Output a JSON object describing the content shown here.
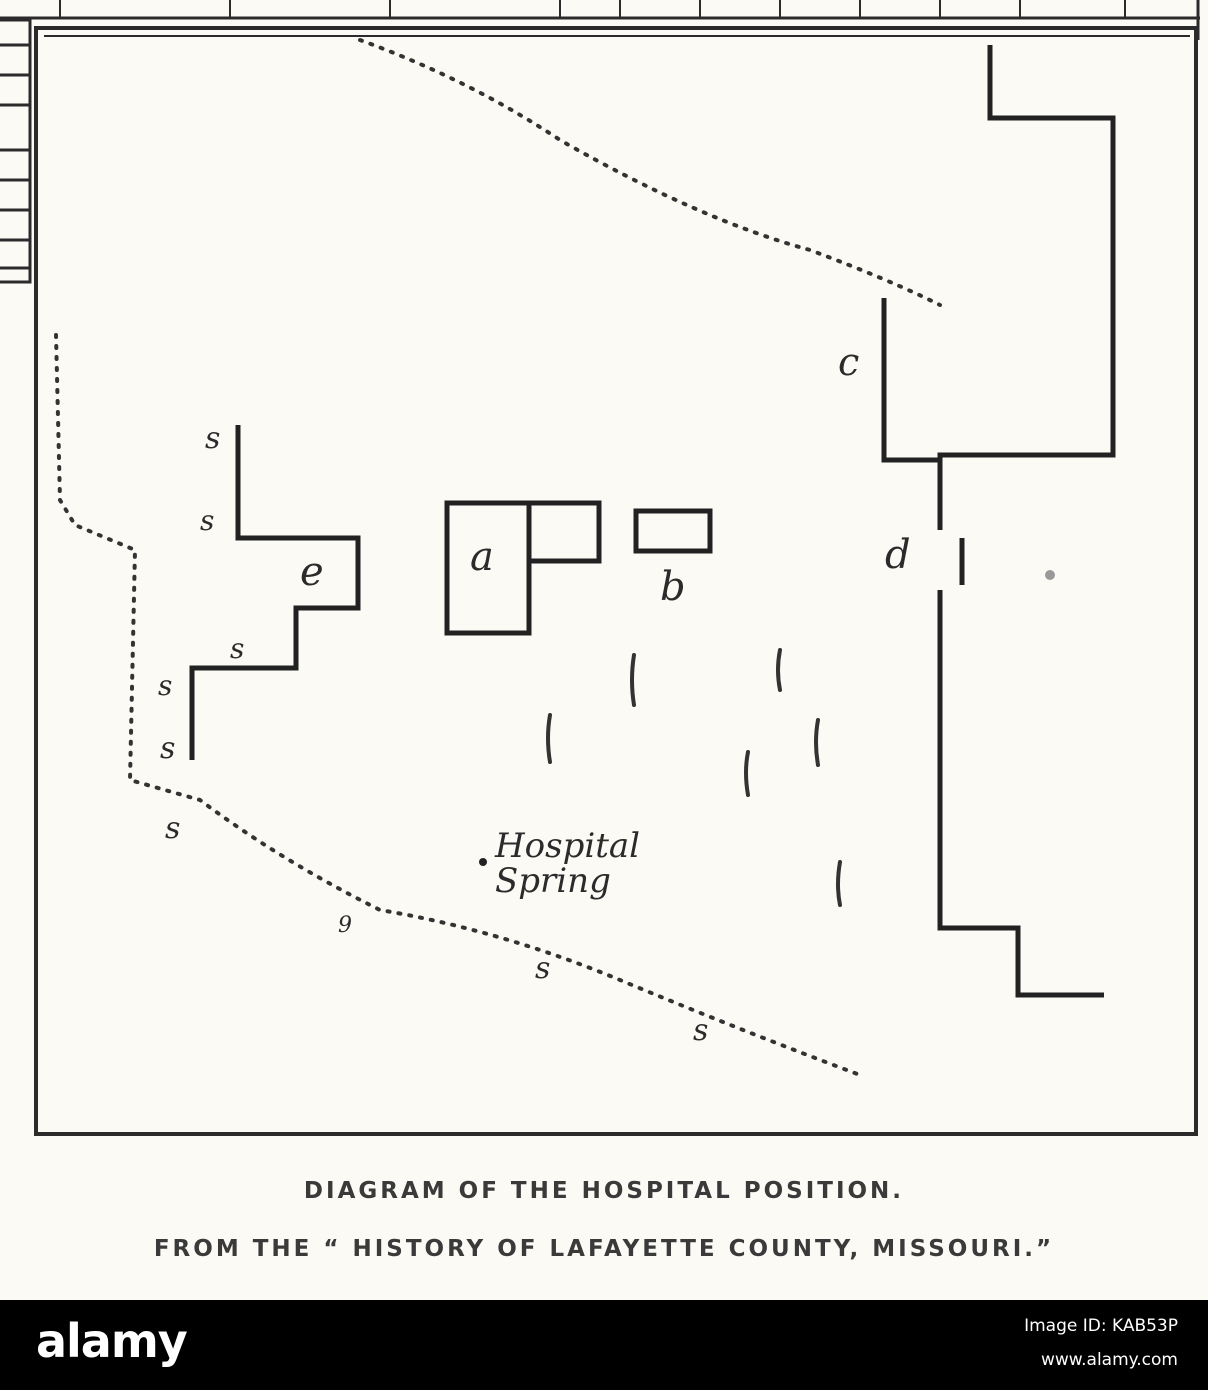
{
  "diagram": {
    "labels": {
      "a": "a",
      "b": "b",
      "c": "c",
      "d": "d",
      "e": "e",
      "s": "s",
      "spring_line1": "Hospital",
      "spring_line2": "Spring",
      "small_mark": "9"
    }
  },
  "caption": {
    "line1": "DIAGRAM OF THE HOSPITAL POSITION.",
    "line2": "FROM THE “ HISTORY OF LAFAYETTE COUNTY, MISSOURI.”"
  },
  "watermark": {
    "logo": "alamy",
    "image_id": "Image ID: KAB53P",
    "url": "www.alamy.com"
  }
}
